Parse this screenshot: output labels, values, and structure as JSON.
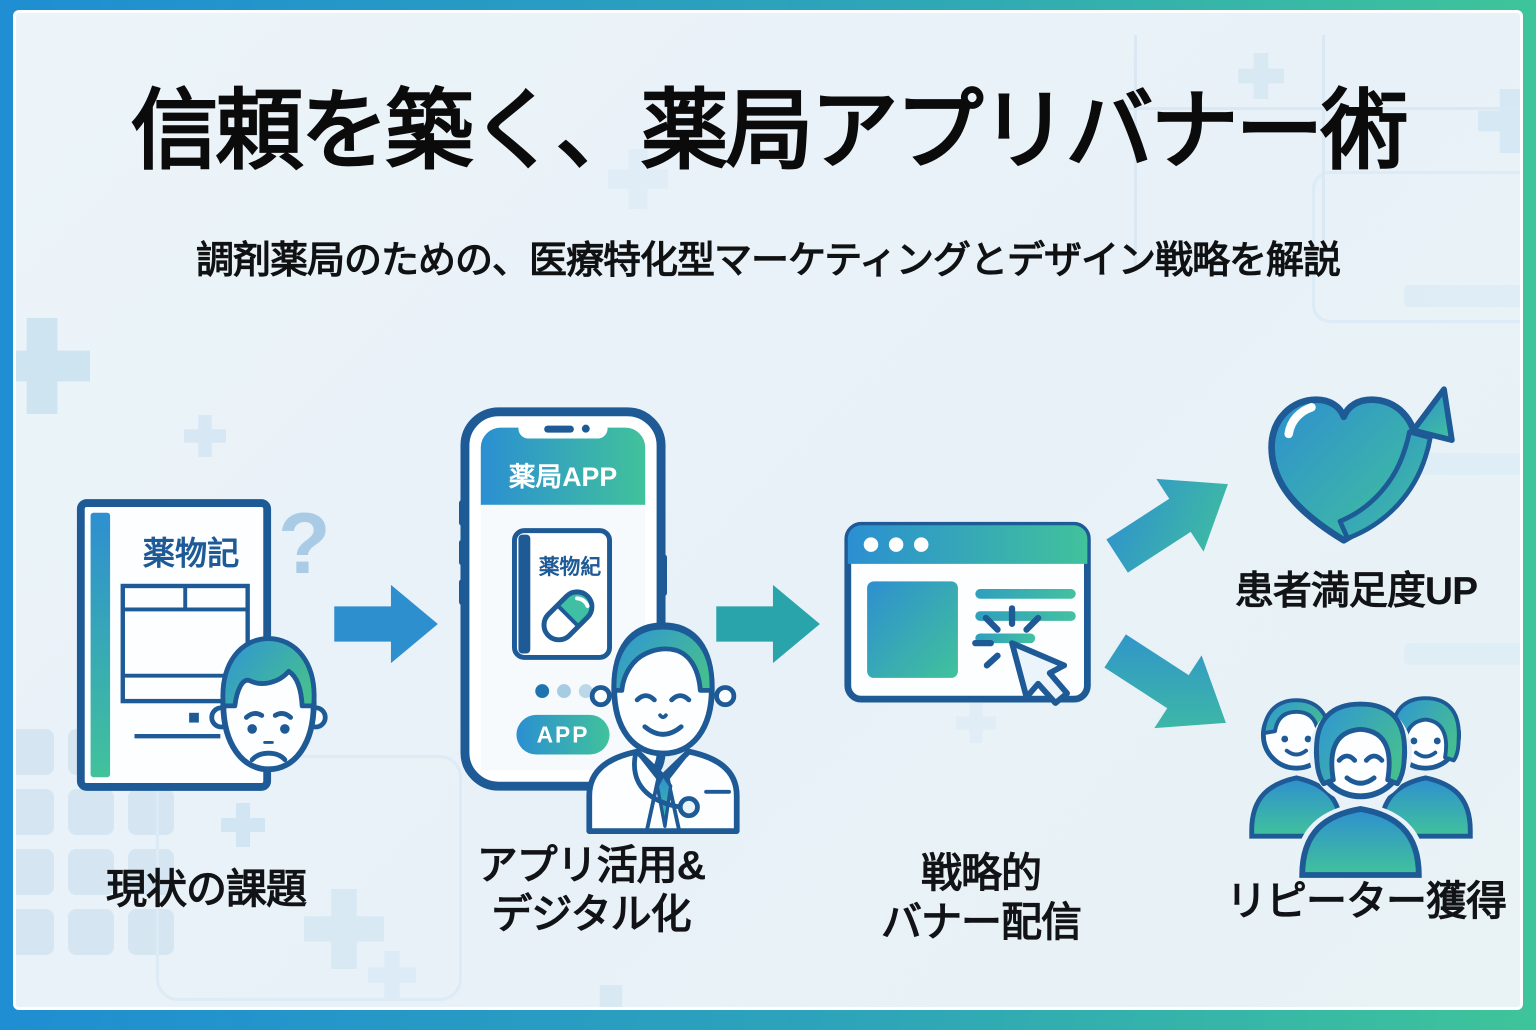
{
  "header": {
    "title": "信頼を築く、薬局アプリバナー術",
    "subtitle": "調剤薬局のための、医療特化型マーケティングとデザイン戦略を解説"
  },
  "steps": {
    "current_issues": {
      "label": "現状の課題",
      "document_title": "薬物記",
      "question_mark": "?"
    },
    "app_digitalization": {
      "label_line1": "アプリ活用&",
      "label_line2": "デジタル化",
      "phone_header": "薬局APP",
      "record_card_title": "薬物紀",
      "app_badge": "APP"
    },
    "strategic_banner": {
      "label_line1": "戦略的",
      "label_line2": "バナー配信"
    }
  },
  "results": {
    "patient_satisfaction": {
      "label": "患者満足度UP"
    },
    "repeat_customers": {
      "label": "リピーター獲得"
    }
  },
  "icons": {
    "step1": [
      "medication-record-book-icon",
      "question-mark-icon",
      "worried-patient-face-icon"
    ],
    "step2": [
      "smartphone-pharmacy-app-icon",
      "pill-capsule-icon",
      "doctor-pharmacist-icon"
    ],
    "step3": [
      "browser-banner-icon",
      "click-cursor-icon"
    ],
    "result1": "heart-growth-arrow-icon",
    "result2": "people-group-icon",
    "connectors": [
      "arrow-right-blue",
      "arrow-right-teal",
      "arrow-up-right-gradient",
      "arrow-down-right-gradient"
    ]
  },
  "colors": {
    "frame_blue": "#1f8ed2",
    "frame_green": "#3ec49a",
    "outline_navy": "#1d5a96",
    "accent_blue": "#2b8fd2",
    "accent_teal": "#2aa4ab",
    "accent_green": "#41c29b",
    "background": "#e9f2f8"
  }
}
